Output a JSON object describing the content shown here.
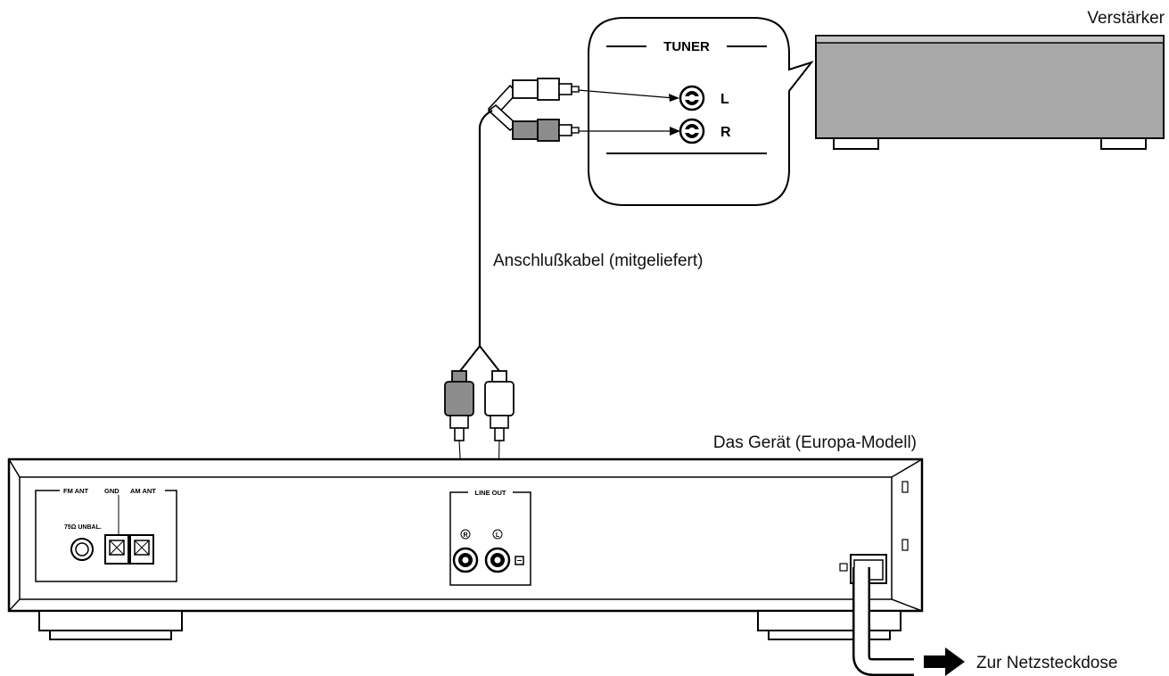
{
  "labels": {
    "amplifier": "Verstärker",
    "cable": "Anschlußkabel (mitgeliefert)",
    "device": "Das Gerät (Europa-Modell)",
    "mains": "Zur Netzsteckdose"
  },
  "amp_panel": {
    "title": "TUNER",
    "left": "L",
    "right": "R"
  },
  "rear_panel": {
    "fm_ant": "FM ANT",
    "gnd": "GND",
    "am_ant": "AM ANT",
    "unbal": "75Ω UNBAL.",
    "line_out": "LINE OUT",
    "jack_r": "R",
    "jack_l": "L"
  },
  "colors": {
    "amp_body": "#a8a8a8",
    "plug_grey": "#8c8c8c",
    "line": "#000000"
  }
}
